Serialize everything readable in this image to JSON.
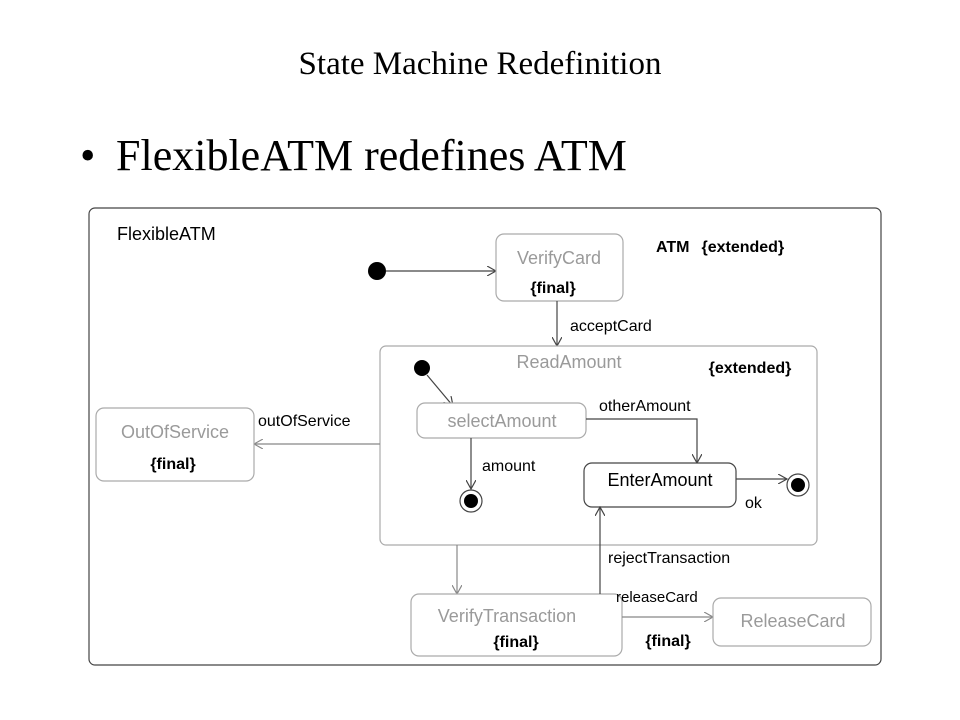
{
  "slide": {
    "title": "State Machine Redefinition",
    "bullet": "•",
    "bullet_text": "FlexibleATM redefines ATM"
  },
  "diagram": {
    "machine_name": "FlexibleATM",
    "extends_label": "ATM",
    "extended_tag": "{extended}",
    "final_tag": "{final}",
    "states": {
      "verify_card": "VerifyCard",
      "read_amount": "ReadAmount",
      "select_amount": "selectAmount",
      "enter_amount": "EnterAmount",
      "out_of_service": "OutOfService",
      "verify_transaction": "VerifyTransaction",
      "release_card": "ReleaseCard"
    },
    "transitions": {
      "accept_card": "acceptCard",
      "out_of_service": "outOfService",
      "other_amount": "otherAmount",
      "amount": "amount",
      "ok": "ok",
      "reject_transaction": "rejectTransaction",
      "release_card": "releaseCard"
    },
    "colors": {
      "line": "#444444",
      "inherited_text": "#9a9a9a",
      "inherited_border": "#aaaaaa",
      "text": "#000000"
    }
  }
}
